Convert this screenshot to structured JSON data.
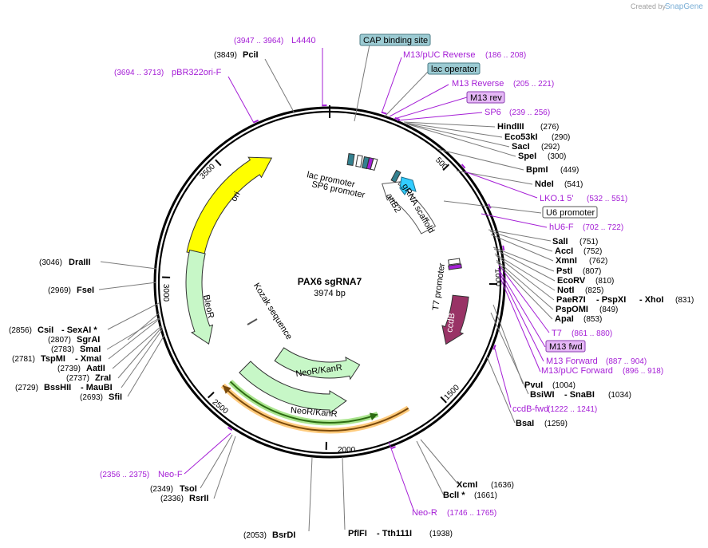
{
  "credit": {
    "prefix": "Created by",
    "brand": "SnapGene"
  },
  "plasmid": {
    "name": "PAX6 sgRNA7",
    "length_label": "3974 bp"
  },
  "ticks": [
    "500",
    "1000",
    "1500",
    "2000",
    "2500",
    "3000",
    "3500"
  ],
  "features": {
    "ori": "ori",
    "bleor": "BleoR",
    "kozak": "Kozak sequence",
    "neor1": "NeoR/KanR",
    "neor2": "NeoR/KanR",
    "lac_promoter": "lac promoter",
    "sp6_promoter": "SP6 promoter",
    "grna": "gRNA scaffold",
    "attb2": "attB2",
    "t7_promoter": "T7 promoter",
    "ccdb": "ccdB"
  },
  "labels": {
    "cap": "CAP binding site",
    "lac_operator": "lac operator",
    "u6": "U6 promoter",
    "m13rev": "M13 rev",
    "m13fwd": "M13 fwd",
    "l4440": {
      "pos": "(3947 .. 3964)",
      "name": "L4440"
    },
    "pci": {
      "pos": "(3849)",
      "name": "PciI"
    },
    "pbr": {
      "pos": "(3694 .. 3713)",
      "name": "pBR322ori-F"
    },
    "m13puc_rev": {
      "name": "M13/pUC Reverse",
      "pos": "(186 .. 208)"
    },
    "m13_reverse": {
      "name": "M13 Reverse",
      "pos": "(205 .. 221)"
    },
    "sp6": {
      "name": "SP6",
      "pos": "(239 .. 256)"
    },
    "hindiii": {
      "name": "HindIII",
      "pos": "(276)"
    },
    "eco53ki": {
      "name": "Eco53kI",
      "pos": "(290)"
    },
    "saci": {
      "name": "SacI",
      "pos": "(292)"
    },
    "spei": {
      "name": "SpeI",
      "pos": "(300)"
    },
    "bpmi": {
      "name": "BpmI",
      "pos": "(449)"
    },
    "ndei": {
      "name": "NdeI",
      "pos": "(541)"
    },
    "lko": {
      "name": "LKO.1 5'",
      "pos": "(532 .. 551)"
    },
    "hu6": {
      "name": "hU6-F",
      "pos": "(702 .. 722)"
    },
    "sali": {
      "name": "SalI",
      "pos": "(751)"
    },
    "acci": {
      "name": "AccI",
      "pos": "(752)"
    },
    "xmni": {
      "name": "XmnI",
      "pos": "(762)"
    },
    "psti": {
      "name": "PstI",
      "pos": "(807)"
    },
    "ecorv": {
      "name": "EcoRV",
      "pos": "(810)"
    },
    "noti": {
      "name": "NotI",
      "pos": "(825)"
    },
    "paer7i": {
      "name": "PaeR7I",
      "name2": "- PspXI",
      "name3": "- XhoI",
      "pos": "(831)"
    },
    "pspomi": {
      "name": "PspOMI",
      "pos": "(849)"
    },
    "apai": {
      "name": "ApaI",
      "pos": "(853)"
    },
    "t7": {
      "name": "T7",
      "pos": "(861 .. 880)"
    },
    "m13forward": {
      "name": "M13 Forward",
      "pos": "(887 .. 904)"
    },
    "m13puc_fwd": {
      "name": "M13/pUC Forward",
      "pos": "(896 .. 918)"
    },
    "pvui": {
      "name": "PvuI",
      "pos": "(1004)"
    },
    "bsiwi": {
      "name": "BsiWI",
      "name2": "- SnaBI",
      "pos": "(1034)"
    },
    "ccdbfwd": {
      "name": "ccdB-fwd",
      "pos": "(1222 .. 1241)"
    },
    "bsai": {
      "name": "BsaI",
      "pos": "(1259)"
    },
    "xcmi": {
      "name": "XcmI",
      "pos": "(1636)"
    },
    "bcli": {
      "name": "BclI *",
      "pos": "(1661)"
    },
    "neor_primer": {
      "name": "Neo-R",
      "pos": "(1746 .. 1765)"
    },
    "pflfi": {
      "name": "PflFI",
      "name2": "- Tth111I",
      "pos": "(1938)"
    },
    "bsrdi": {
      "pos": "(2053)",
      "name": "BsrDI"
    },
    "neof": {
      "pos": "(2356 .. 2375)",
      "name": "Neo-F"
    },
    "tsoi": {
      "pos": "(2349)",
      "name": "TsoI"
    },
    "rsrii": {
      "pos": "(2336)",
      "name": "RsrII"
    },
    "drai": {
      "pos": "(3046)",
      "name": "DraIII"
    },
    "fsei": {
      "pos": "(2969)",
      "name": "FseI"
    },
    "csii": {
      "pos": "(2856)",
      "name": "CsiI",
      "name2": "- SexAI *"
    },
    "sgrai": {
      "pos": "(2807)",
      "name": "SgrAI"
    },
    "smai": {
      "pos": "(2783)",
      "name": "SmaI"
    },
    "tspmi": {
      "pos": "(2781)",
      "name": "TspMI",
      "name2": "- XmaI"
    },
    "aatii": {
      "pos": "(2739)",
      "name": "AatII"
    },
    "zrai": {
      "pos": "(2737)",
      "name": "ZraI"
    },
    "bsshii": {
      "pos": "(2729)",
      "name": "BssHII",
      "name2": "- MauBI"
    },
    "sfii": {
      "pos": "(2693)",
      "name": "SfiI"
    }
  }
}
